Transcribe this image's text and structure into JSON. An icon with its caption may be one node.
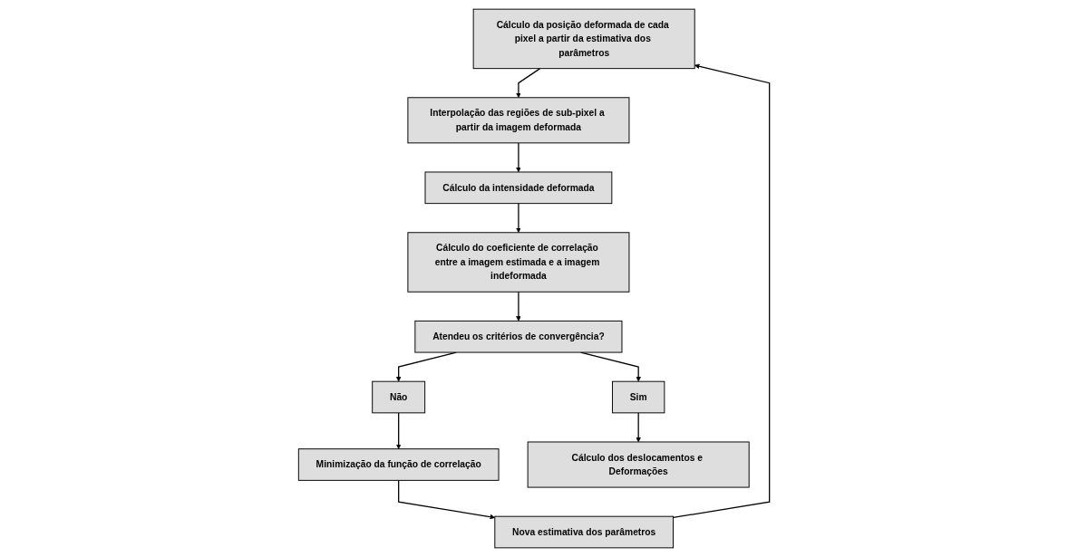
{
  "diagram": {
    "nodes": [
      {
        "text": [
          "Cálculo da posição deformada de cada pixel a partir da estimativa dos parâmetros"
        ]
      },
      {
        "text": [
          "Interpolação das regiões de sub-pixel a partir da imagem deformada"
        ]
      },
      {
        "text": [
          "Cálculo da intensidade deformada"
        ]
      },
      {
        "text": [
          "Cálculo do coeficiente de correlação entre a imagem estimada e a imagem indeformada"
        ]
      },
      {
        "text": [
          "Atendeu os critérios de convergência?"
        ]
      },
      {
        "text": [
          "Não"
        ]
      },
      {
        "text": [
          "Minimização da função de correlação"
        ]
      },
      {
        "text": [
          "Nova estimativa dos parâmetros"
        ]
      },
      {
        "text": [
          "Sim"
        ]
      },
      {
        "text": [
          "Cálculo dos deslocamentos e Deformações"
        ]
      }
    ],
    "edges": [
      {
        "from": 0,
        "to": 1,
        "arrow": "to"
      },
      {
        "from": 1,
        "to": 2,
        "arrow": "to"
      },
      {
        "from": 2,
        "to": 3,
        "arrow": "to"
      },
      {
        "from": 3,
        "to": 4,
        "arrow": "to"
      },
      {
        "from": 4,
        "to": 5,
        "arrow": "to"
      },
      {
        "from": 5,
        "to": 6,
        "arrow": "to"
      },
      {
        "from": 6,
        "to": 7,
        "arrow": "to"
      },
      {
        "from": 7,
        "to": 0,
        "arrow": "to"
      },
      {
        "from": 4,
        "to": 8,
        "arrow": "to"
      },
      {
        "from": 8,
        "to": 9,
        "arrow": "to"
      }
    ]
  }
}
